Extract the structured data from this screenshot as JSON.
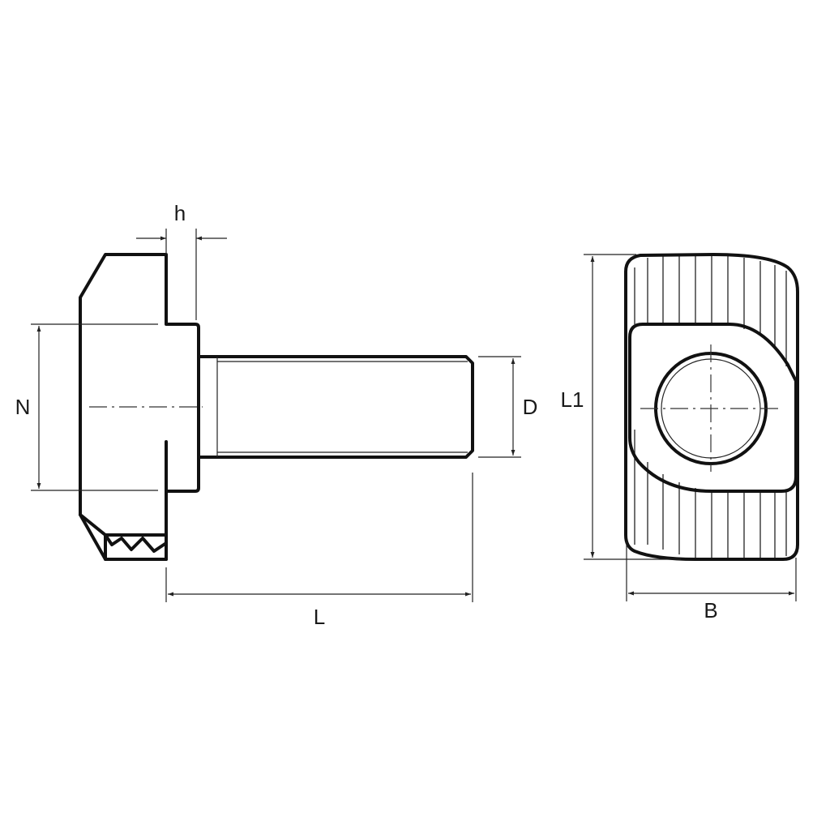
{
  "labels": {
    "h": "h",
    "N": "N",
    "D": "D",
    "L": "L",
    "L1": "L1",
    "B": "B"
  },
  "colors": {
    "line": "#111111",
    "background": "#ffffff"
  }
}
